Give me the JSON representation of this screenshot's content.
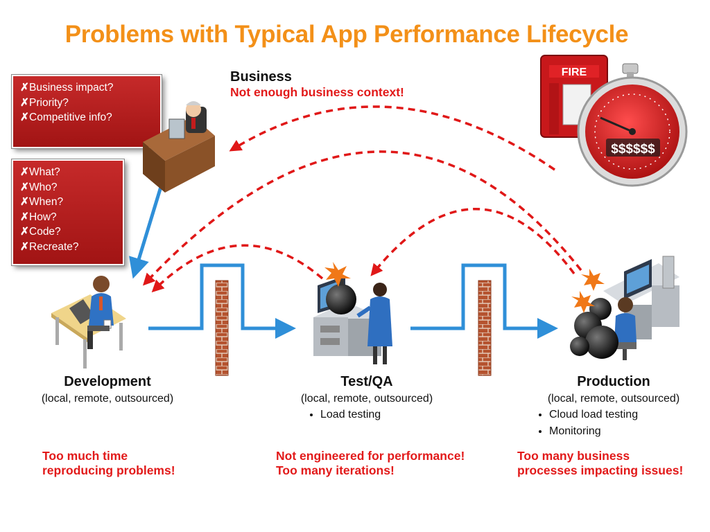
{
  "title": "Problems with Typical App Performance Lifecycle",
  "business": {
    "title": "Business",
    "note": "Not enough business context!",
    "questions": [
      "Business impact?",
      "Priority?",
      "Competitive info?"
    ]
  },
  "dev_questions": [
    "What?",
    "Who?",
    "When?",
    "How?",
    "Code?",
    "Recreate?"
  ],
  "stopwatch_label": "$$$$$$",
  "fire_alarm_label": "FIRE",
  "stages": [
    {
      "title": "Development",
      "subtitle": "(local, remote, outsourced)",
      "bullets": [],
      "problem": [
        "Too much time",
        "reproducing problems!"
      ]
    },
    {
      "title": "Test/QA",
      "subtitle": "(local, remote, outsourced)",
      "bullets": [
        "Load testing"
      ],
      "problem": [
        "Not engineered for performance!",
        "Too many iterations!"
      ]
    },
    {
      "title": "Production",
      "subtitle": "(local, remote, outsourced)",
      "bullets": [
        "Cloud load testing",
        "Monitoring"
      ],
      "problem": [
        "Too many business",
        "processes impacting issues!"
      ]
    }
  ],
  "colors": {
    "title": "#f39018",
    "problem_text": "#e21a1a",
    "box_fill": "#b41c1c",
    "arrow_blue": "#2f8fd8",
    "dashed_arrow": "#e01818",
    "firewall": "#b5532f"
  }
}
